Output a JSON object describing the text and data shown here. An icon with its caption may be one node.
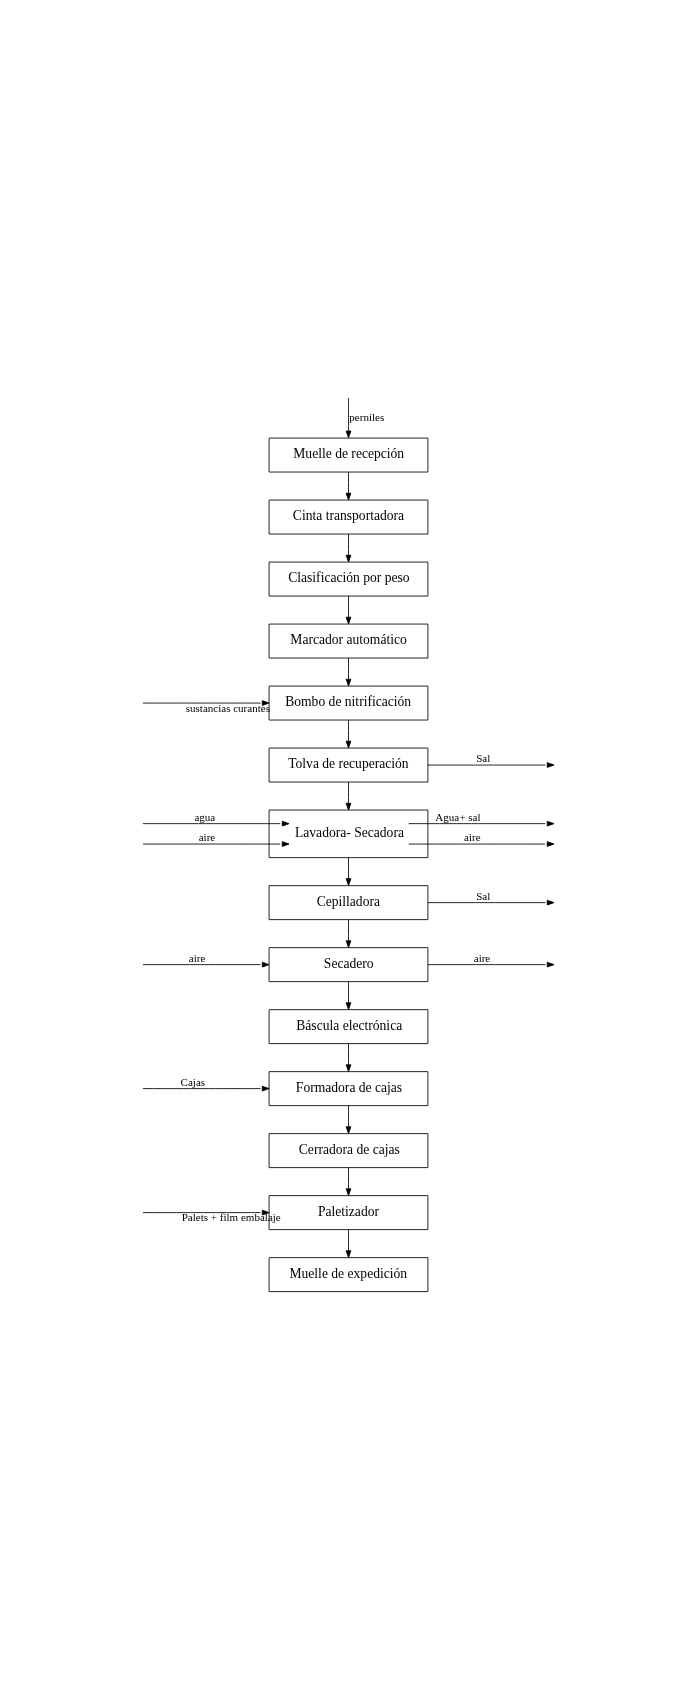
{
  "diagram": {
    "nodes": [
      {
        "text": [
          "Muelle de recepción"
        ]
      },
      {
        "text": [
          "Cinta transportadora"
        ]
      },
      {
        "text": [
          "Clasificación por peso"
        ]
      },
      {
        "text": [
          "Marcador automático"
        ]
      },
      {
        "text": [
          "Bombo de nitrificación"
        ]
      },
      {
        "text": [
          "Tolva de recuperación"
        ]
      },
      {
        "text": [
          "Lavadora- Secadora"
        ]
      },
      {
        "text": [
          "Cepilladora"
        ]
      },
      {
        "text": [
          "Secadero"
        ]
      },
      {
        "text": [
          "Báscula electrónica"
        ]
      },
      {
        "text": [
          "Formadora de cajas"
        ]
      },
      {
        "text": [
          "Cerradora de cajas"
        ]
      },
      {
        "text": [
          "Paletizador"
        ]
      },
      {
        "text": [
          "Muelle de expedición"
        ]
      }
    ],
    "edges": [
      {
        "from": null,
        "to": 0,
        "arrow": "to",
        "label": "perniles"
      },
      {
        "from": 0,
        "to": 1,
        "arrow": "to"
      },
      {
        "from": 1,
        "to": 2,
        "arrow": "to"
      },
      {
        "from": 2,
        "to": 3,
        "arrow": "to"
      },
      {
        "from": 3,
        "to": 4,
        "arrow": "to"
      },
      {
        "from": null,
        "to": 4,
        "arrow": "to",
        "label": "sustancias curantes"
      },
      {
        "from": 4,
        "to": 5,
        "arrow": "to"
      },
      {
        "from": 5,
        "to": null,
        "arrow": "to",
        "label": "Sal"
      },
      {
        "from": 5,
        "to": 6,
        "arrow": "to"
      },
      {
        "from": null,
        "to": 6,
        "arrow": "to",
        "label": "agua"
      },
      {
        "from": null,
        "to": 6,
        "arrow": "to",
        "label": "aire"
      },
      {
        "from": 6,
        "to": null,
        "arrow": "to",
        "label": "Agua+ sal"
      },
      {
        "from": 6,
        "to": null,
        "arrow": "to",
        "label": "aire"
      },
      {
        "from": 6,
        "to": 7,
        "arrow": "to"
      },
      {
        "from": 7,
        "to": null,
        "arrow": "to",
        "label": "Sal"
      },
      {
        "from": 7,
        "to": 8,
        "arrow": "to"
      },
      {
        "from": null,
        "to": 8,
        "arrow": "to",
        "label": "aire"
      },
      {
        "from": 8,
        "to": null,
        "arrow": "to",
        "label": "aire"
      },
      {
        "from": 8,
        "to": 9,
        "arrow": "to"
      },
      {
        "from": 9,
        "to": 10,
        "arrow": "to"
      },
      {
        "from": null,
        "to": 10,
        "arrow": "to",
        "label": "Cajas"
      },
      {
        "from": 10,
        "to": 11,
        "arrow": "to"
      },
      {
        "from": 11,
        "to": 12,
        "arrow": "to"
      },
      {
        "from": null,
        "to": 12,
        "arrow": "to",
        "label": "Palets + film embalaje"
      },
      {
        "from": 12,
        "to": 13,
        "arrow": "to"
      }
    ]
  }
}
